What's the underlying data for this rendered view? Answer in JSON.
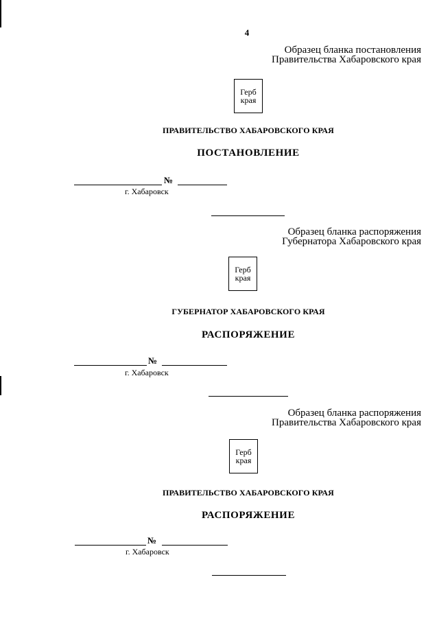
{
  "page_number": "4",
  "number_sign": "№",
  "emblem": {
    "line1": "Герб",
    "line2": "края"
  },
  "city": "г. Хабаровск",
  "forms": [
    {
      "caption_line1": "Образец бланка постановления",
      "caption_line2": "Правительства Хабаровского края",
      "organization": "ПРАВИТЕЛЬСТВО ХАБАРОВСКОГО КРАЯ",
      "document_type": "ПОСТАНОВЛЕНИЕ"
    },
    {
      "caption_line1": "Образец бланка распоряжения",
      "caption_line2": "Губернатора Хабаровского края",
      "organization": "ГУБЕРНАТОР ХАБАРОВСКОГО КРАЯ",
      "document_type": "РАСПОРЯЖЕНИЕ"
    },
    {
      "caption_line1": "Образец бланка распоряжения",
      "caption_line2": "Правительства Хабаровского края",
      "organization": "ПРАВИТЕЛЬСТВО ХАБАРОВСКОГО КРАЯ",
      "document_type": "РАСПОРЯЖЕНИЕ"
    }
  ]
}
